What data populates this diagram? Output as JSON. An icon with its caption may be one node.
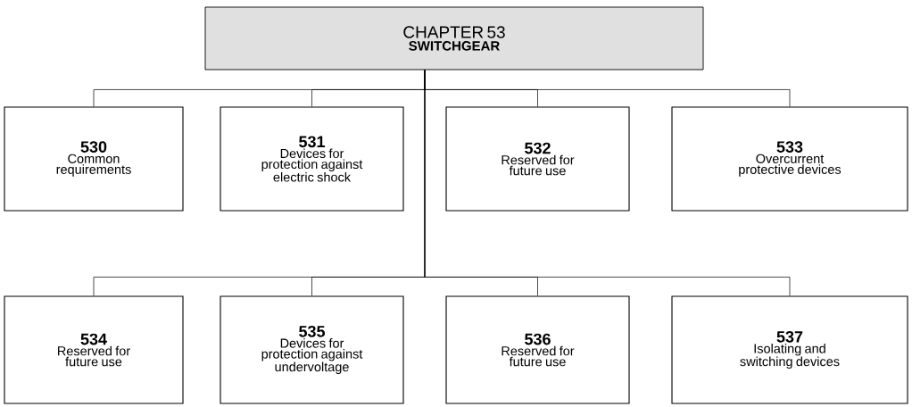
{
  "diagram": {
    "nodes": [
      {
        "text": [
          "CHAPTER 53",
          "SWITCHGEAR"
        ]
      },
      {
        "text": [
          "530",
          "Common requirements"
        ]
      },
      {
        "text": [
          "531",
          "Devices for protection against electric shock"
        ]
      },
      {
        "text": [
          "532",
          "Reserved for future use"
        ]
      },
      {
        "text": [
          "533",
          "Overcurrent protective devices"
        ]
      },
      {
        "text": [
          "534",
          "Reserved for future use"
        ]
      },
      {
        "text": [
          "535",
          "Devices for protection against undervoltage"
        ]
      },
      {
        "text": [
          "536",
          "Reserved for future use"
        ]
      },
      {
        "text": [
          "537",
          "Isolating and switching devices"
        ]
      }
    ],
    "edges": [
      {
        "from": 0,
        "to": 1,
        "arrow": "none"
      },
      {
        "from": 0,
        "to": 2,
        "arrow": "none"
      },
      {
        "from": 0,
        "to": 3,
        "arrow": "none"
      },
      {
        "from": 0,
        "to": 4,
        "arrow": "none"
      },
      {
        "from": 0,
        "to": 5,
        "arrow": "none"
      },
      {
        "from": 0,
        "to": 6,
        "arrow": "none"
      },
      {
        "from": 0,
        "to": 7,
        "arrow": "none"
      },
      {
        "from": 0,
        "to": 8,
        "arrow": "none"
      }
    ]
  }
}
